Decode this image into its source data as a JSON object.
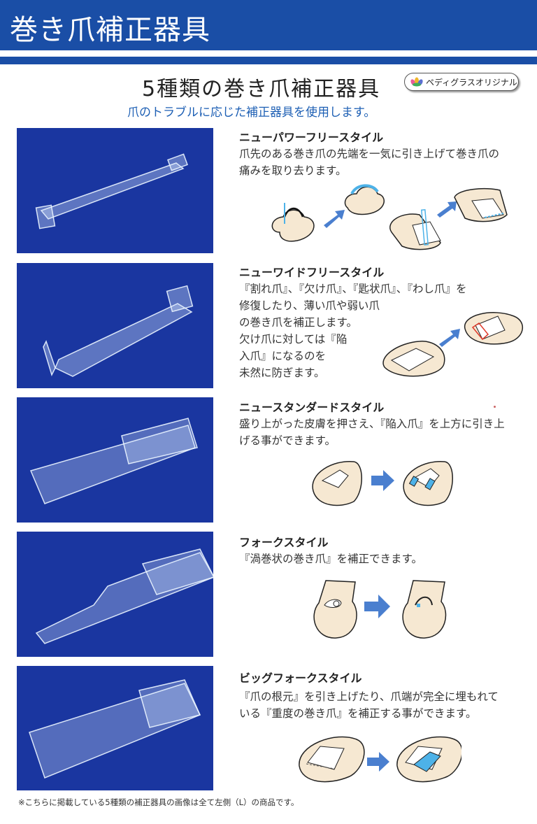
{
  "header": {
    "title": "巻き爪補正器具"
  },
  "main": {
    "title": "5種類の巻き爪補正器具",
    "subtitle": "爪のトラブルに応じた補正器具を使用します。",
    "badge": {
      "icon": "flower-logo-icon",
      "label": "ペディグラスオリジナル"
    }
  },
  "items": [
    {
      "title": "ニューパワーフリースタイル",
      "desc": [
        "爪先のある巻き爪の先端を一気に引き上げて巻き爪の",
        "痛みを取り去ります。"
      ]
    },
    {
      "title": "ニューワイドフリースタイル",
      "desc": [
        "『割れ爪』、『欠け爪』、『匙状爪』、『わし爪』を",
        "修復したり、薄い爪や弱い爪",
        "の巻き爪を補正します。",
        "欠け爪に対しては『陥",
        "入爪』になるのを",
        "未然に防ぎます。"
      ]
    },
    {
      "title": "ニュースタンダードスタイル",
      "desc": [
        "盛り上がった皮膚を押さえ、『陥入爪』を上方に引き上",
        "げる事ができます。"
      ]
    },
    {
      "title": "フォークスタイル",
      "desc": [
        "『渦巻状の巻き爪』を補正できます。"
      ]
    },
    {
      "title": "ビッグフォークスタイル",
      "desc": [
        "『爪の根元』を引き上げたり、爪端が完全に埋もれて",
        "いる『重度の巻き爪』を補正する事ができます。"
      ]
    }
  ],
  "footnote": "※こちらに掲載している5種類の補正器具の画像は全て左側（L）の商品です。",
  "colors": {
    "header_blue": "#1a4ea6",
    "panel_blue": "#1a36a0",
    "subtitle_blue": "#1d5fb4",
    "arrow_blue": "#4a7fcf",
    "skin": "#f6e8d2",
    "device_blue": "#4db2e8"
  }
}
